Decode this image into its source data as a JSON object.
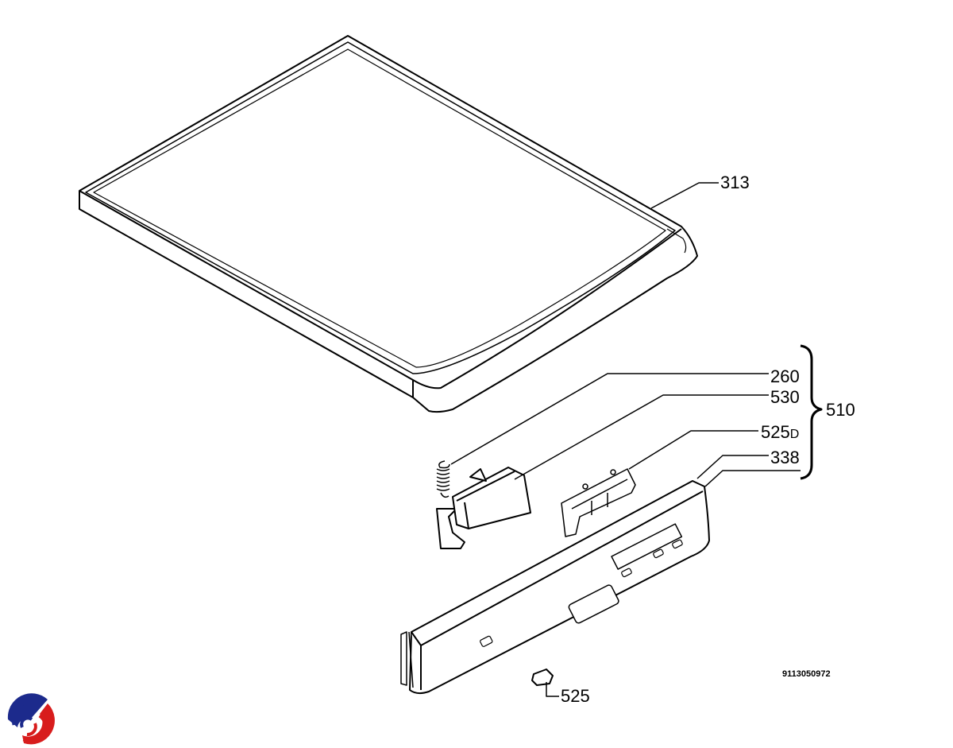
{
  "diagram": {
    "drawing_number": "9113050972",
    "labels": {
      "lid": "313",
      "spring": "260",
      "handle": "530",
      "switch_block": "525",
      "switch_block_suffix": "D",
      "panel": "338",
      "assembly": "510",
      "knob": "525"
    },
    "logo_colors": {
      "blue": "#1c2a8c",
      "red": "#d81c1c"
    }
  }
}
